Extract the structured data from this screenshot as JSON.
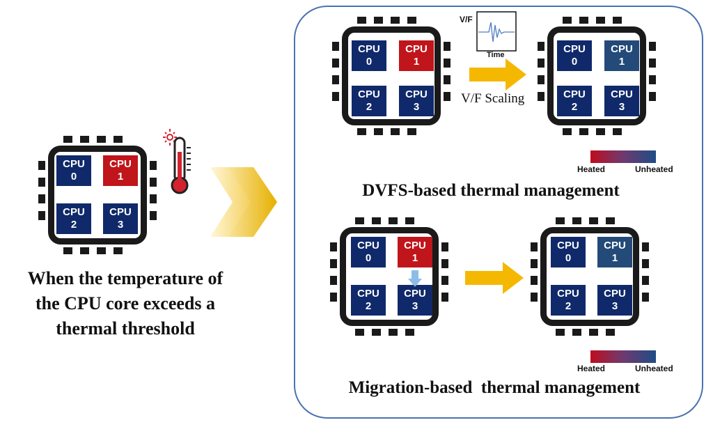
{
  "colors": {
    "hot": "#c0151b",
    "cold": "#10296a",
    "cooled": "#234a78",
    "arrow": "#f5b800",
    "border": "#4a72b0"
  },
  "left": {
    "caption_lines": [
      "When the temperature of",
      "the CPU core exceeds a",
      "thermal threshold"
    ],
    "cores": [
      {
        "name": "CPU",
        "id": "0"
      },
      {
        "name": "CPU",
        "id": "1"
      },
      {
        "name": "CPU",
        "id": "2"
      },
      {
        "name": "CPU",
        "id": "3"
      }
    ]
  },
  "dvfs": {
    "title": "DVFS-based thermal management",
    "arrow_label": "V/F Scaling",
    "inset": {
      "ylabel": "V/F",
      "xlabel": "Time"
    },
    "before_cores": [
      {
        "name": "CPU",
        "id": "0"
      },
      {
        "name": "CPU",
        "id": "1"
      },
      {
        "name": "CPU",
        "id": "2"
      },
      {
        "name": "CPU",
        "id": "3"
      }
    ],
    "after_cores": [
      {
        "name": "CPU",
        "id": "0"
      },
      {
        "name": "CPU",
        "id": "1"
      },
      {
        "name": "CPU",
        "id": "2"
      },
      {
        "name": "CPU",
        "id": "3"
      }
    ],
    "legend": {
      "heated": "Heated",
      "unheated": "Unheated"
    }
  },
  "migration": {
    "title": "Migration-based  thermal management",
    "before_cores": [
      {
        "name": "CPU",
        "id": "0"
      },
      {
        "name": "CPU",
        "id": "1"
      },
      {
        "name": "CPU",
        "id": "2"
      },
      {
        "name": "CPU",
        "id": "3"
      }
    ],
    "after_cores": [
      {
        "name": "CPU",
        "id": "0"
      },
      {
        "name": "CPU",
        "id": "1"
      },
      {
        "name": "CPU",
        "id": "2"
      },
      {
        "name": "CPU",
        "id": "3"
      }
    ],
    "legend": {
      "heated": "Heated",
      "unheated": "Unheated"
    }
  }
}
